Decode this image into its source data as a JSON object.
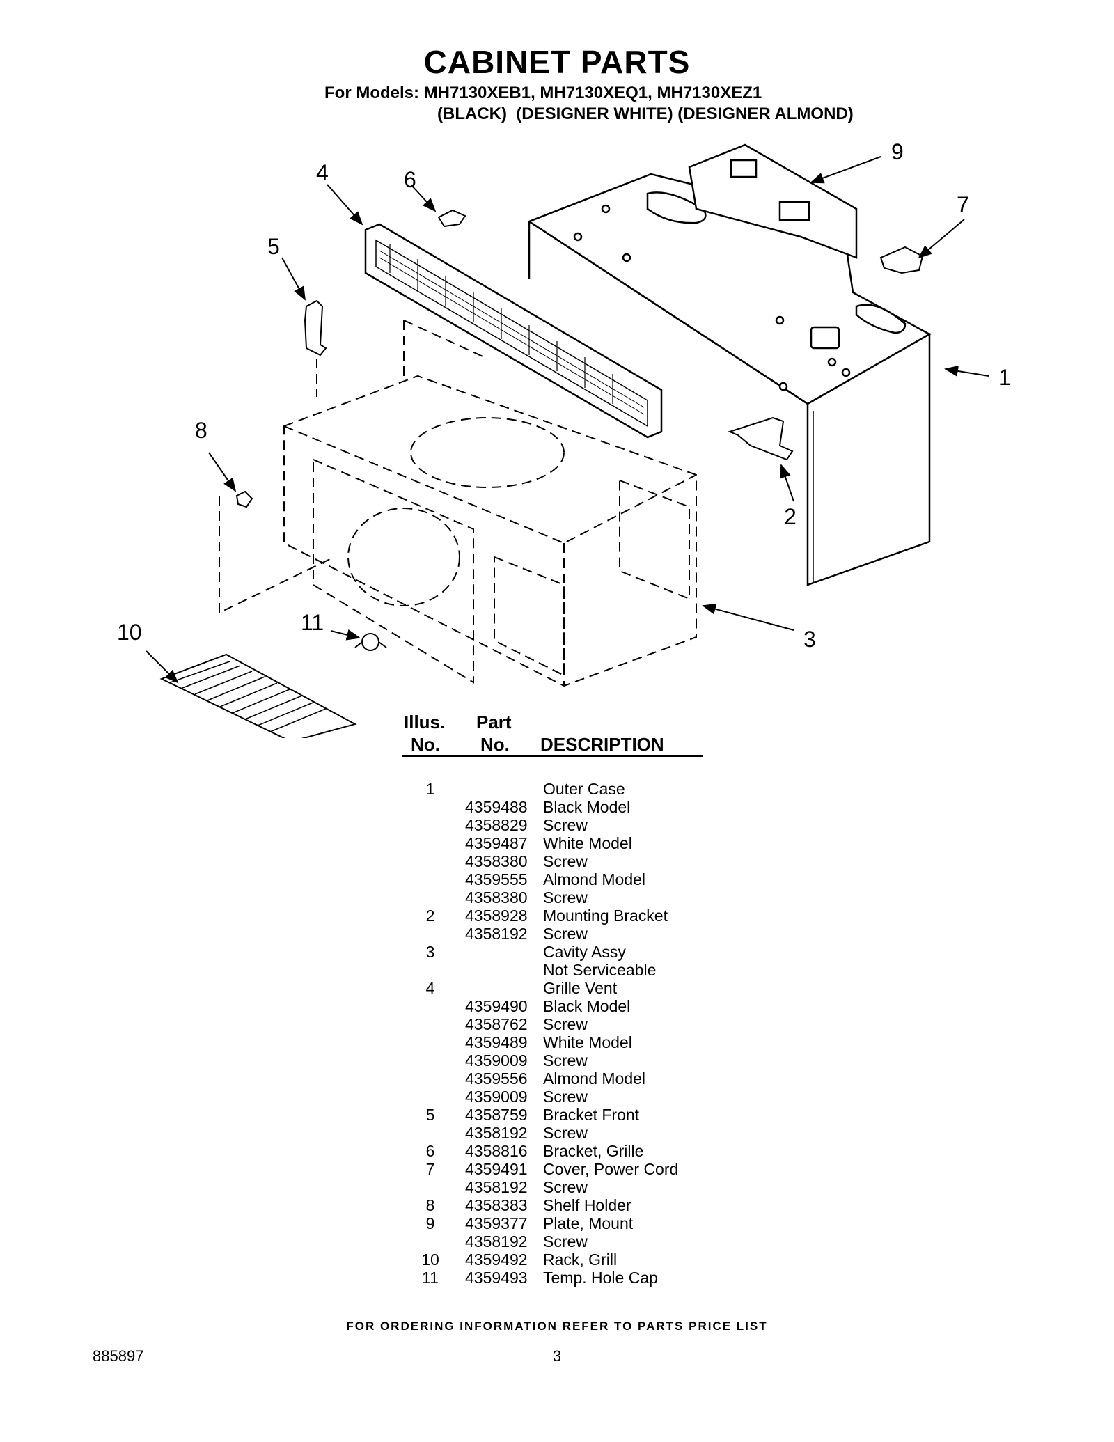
{
  "header": {
    "title": "CABINET PARTS",
    "models_line": "For Models: MH7130XEB1, MH7130XEQ1, MH7130XEZ1",
    "colors_line": "(BLACK)  (DESIGNER WHITE) (DESIGNER ALMOND)"
  },
  "callouts": [
    "1",
    "2",
    "3",
    "4",
    "5",
    "6",
    "7",
    "8",
    "9",
    "10",
    "11"
  ],
  "table": {
    "headers": {
      "illus_top": "Illus.",
      "illus_bottom": "No.",
      "part_top": "Part",
      "part_bottom": "No.",
      "description": "DESCRIPTION"
    },
    "rows": [
      {
        "illus": "1",
        "part": "",
        "desc": "Outer Case"
      },
      {
        "illus": "",
        "part": "4359488",
        "desc": "Black Model"
      },
      {
        "illus": "",
        "part": "4358829",
        "desc": "Screw"
      },
      {
        "illus": "",
        "part": "4359487",
        "desc": "White Model"
      },
      {
        "illus": "",
        "part": "4358380",
        "desc": "Screw"
      },
      {
        "illus": "",
        "part": "4359555",
        "desc": "Almond Model"
      },
      {
        "illus": "",
        "part": "4358380",
        "desc": "Screw"
      },
      {
        "illus": "2",
        "part": "4358928",
        "desc": "Mounting Bracket"
      },
      {
        "illus": "",
        "part": "4358192",
        "desc": "Screw"
      },
      {
        "illus": "3",
        "part": "",
        "desc": "Cavity Assy"
      },
      {
        "illus": "",
        "part": "",
        "desc": "Not Serviceable"
      },
      {
        "illus": "4",
        "part": "",
        "desc": "Grille Vent"
      },
      {
        "illus": "",
        "part": "4359490",
        "desc": "Black Model"
      },
      {
        "illus": "",
        "part": "4358762",
        "desc": "Screw"
      },
      {
        "illus": "",
        "part": "4359489",
        "desc": "White Model"
      },
      {
        "illus": "",
        "part": "4359009",
        "desc": "Screw"
      },
      {
        "illus": "",
        "part": "4359556",
        "desc": "Almond Model"
      },
      {
        "illus": "",
        "part": "4359009",
        "desc": "Screw"
      },
      {
        "illus": "5",
        "part": "4358759",
        "desc": "Bracket Front"
      },
      {
        "illus": "",
        "part": "4358192",
        "desc": "Screw"
      },
      {
        "illus": "6",
        "part": "4358816",
        "desc": "Bracket, Grille"
      },
      {
        "illus": "7",
        "part": "4359491",
        "desc": "Cover, Power Cord"
      },
      {
        "illus": "",
        "part": "4358192",
        "desc": "Screw"
      },
      {
        "illus": "8",
        "part": "4358383",
        "desc": "Shelf Holder"
      },
      {
        "illus": "9",
        "part": "4359377",
        "desc": "Plate, Mount"
      },
      {
        "illus": "",
        "part": "4358192",
        "desc": "Screw"
      },
      {
        "illus": "10",
        "part": "4359492",
        "desc": "Rack, Grill"
      },
      {
        "illus": "11",
        "part": "4359493",
        "desc": "Temp. Hole Cap"
      }
    ]
  },
  "footer": {
    "ordering_note": "FOR ORDERING INFORMATION REFER TO PARTS PRICE LIST",
    "doc_number": "885897",
    "page_number": "3"
  }
}
